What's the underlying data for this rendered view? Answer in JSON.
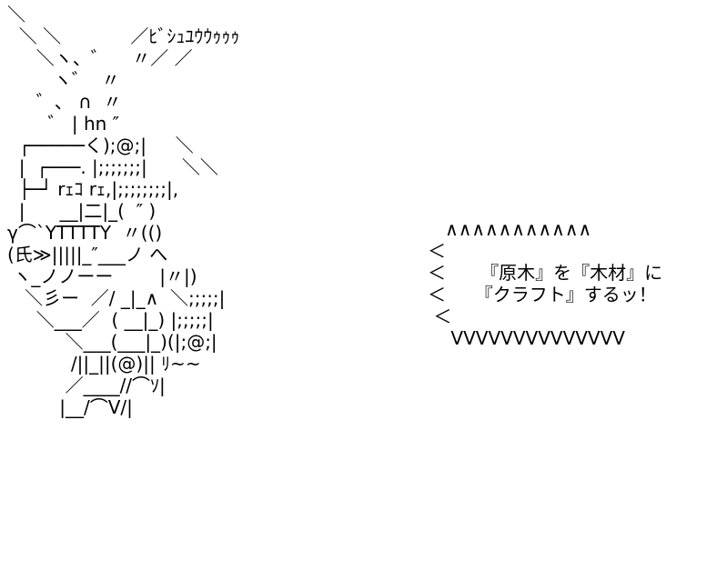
{
  "art": {
    "lines": [
      "＼",
      "  ＼ ＼            ／ﾋﾞｼｭﾕｳｳｩｩｩ",
      "     ＼ヽ、゛    〃／ ／",
      "        ヽ゛  〃",
      "     ゛、 ∩  〃",
      "       ゛ | hn ″",
      "  ┌─────く);@;|     ＼",
      "  |  ┌───. |;;;;;;;|      ＼＼",
      "  ├─┘ rｪｺ rｪ,|;;;;;;;;|,",
      "  |      __|二|_(  ″ )",
      "γ⌒`YTTTTY  〃(()",
      "(氏≫|||||_″___ノ へ",
      " ヽ_ノノーー        |〃|)",
      "   ＼彡ー  ／/ _|_∧  ＼;;;;;|",
      "     ＼___／  ( __|_) |;;;;;|",
      "          ＼___(___|_)(|;@;|",
      "           /||_||(@)|| ﾘ~~",
      "          ／____//⌒ｿ|",
      "         |__/⌒V/|"
    ]
  },
  "speech": {
    "lines": [
      "   ∧∧∧∧∧∧∧∧∧∧∧",
      "＜",
      "＜      『原木』を『木材』に",
      "＜     『クラフト』するッ！",
      " ＜",
      "    VVVVVVVVVVVVVV"
    ]
  }
}
